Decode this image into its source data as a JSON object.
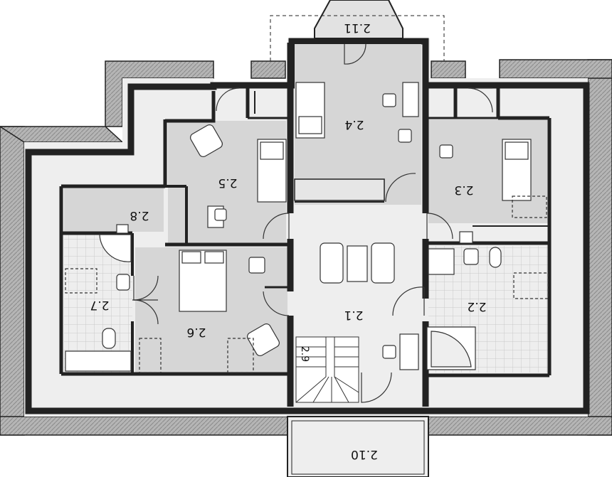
{
  "rooms": {
    "r_2_1": "2.1",
    "r_2_2": "2.2",
    "r_2_3": "2.3",
    "r_2_4": "2.4",
    "r_2_5": "2.5",
    "r_2_6": "2.6",
    "r_2_7": "2.7",
    "r_2_8": "2.8",
    "r_2_9": "2.9",
    "r_2_10": "2.10",
    "r_2_11": "2.11"
  },
  "colors": {
    "wall": "#222222",
    "floor_grey": "#d6d6d6",
    "floor_light": "#e9e9e9",
    "roof": "#bdbdbd",
    "tile_line": "#c9c9c9",
    "furniture": "#ffffff"
  }
}
